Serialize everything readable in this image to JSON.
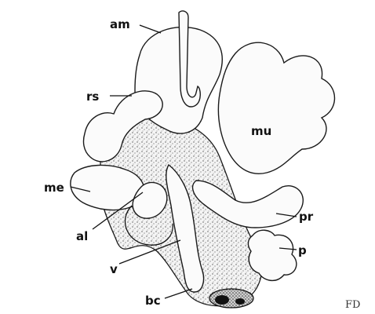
{
  "labels": {
    "am": "am",
    "rs": "rs",
    "mu": "mu",
    "me": "me",
    "pr": "pr",
    "al": "al",
    "p": "p",
    "v": "v",
    "bc": "bc"
  },
  "signature": "FD",
  "colors": {
    "ink": "#111111",
    "paper": "#ffffff",
    "stipple": "#555555"
  }
}
